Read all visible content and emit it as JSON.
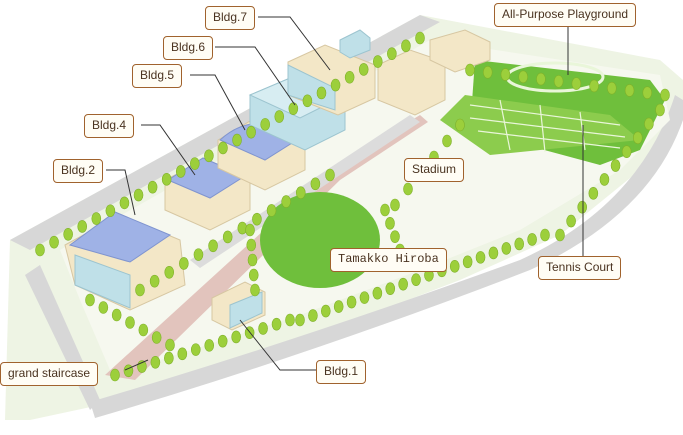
{
  "map": {
    "labels": {
      "bldg7": "Bldg.7",
      "bldg6": "Bldg.6",
      "bldg5": "Bldg.5",
      "bldg4": "Bldg.4",
      "bldg2": "Bldg.2",
      "bldg1": "Bldg.1",
      "playground": "All-Purpose Playground",
      "stadium": "Stadium",
      "tamakko": "Tamakko Hiroba",
      "tennis": "Tennis Court",
      "staircase": "grand staircase"
    },
    "colors": {
      "road": "#d7d7d7",
      "grass": "#6fbf3c",
      "field": "#8ccc4d",
      "walkway": "#e2c4bd",
      "roof": "#9fb2e6",
      "building": "#f3e7c7",
      "glass": "#bfe0e8",
      "tree": "#9ccf3b",
      "label_border": "#a0622d"
    }
  }
}
